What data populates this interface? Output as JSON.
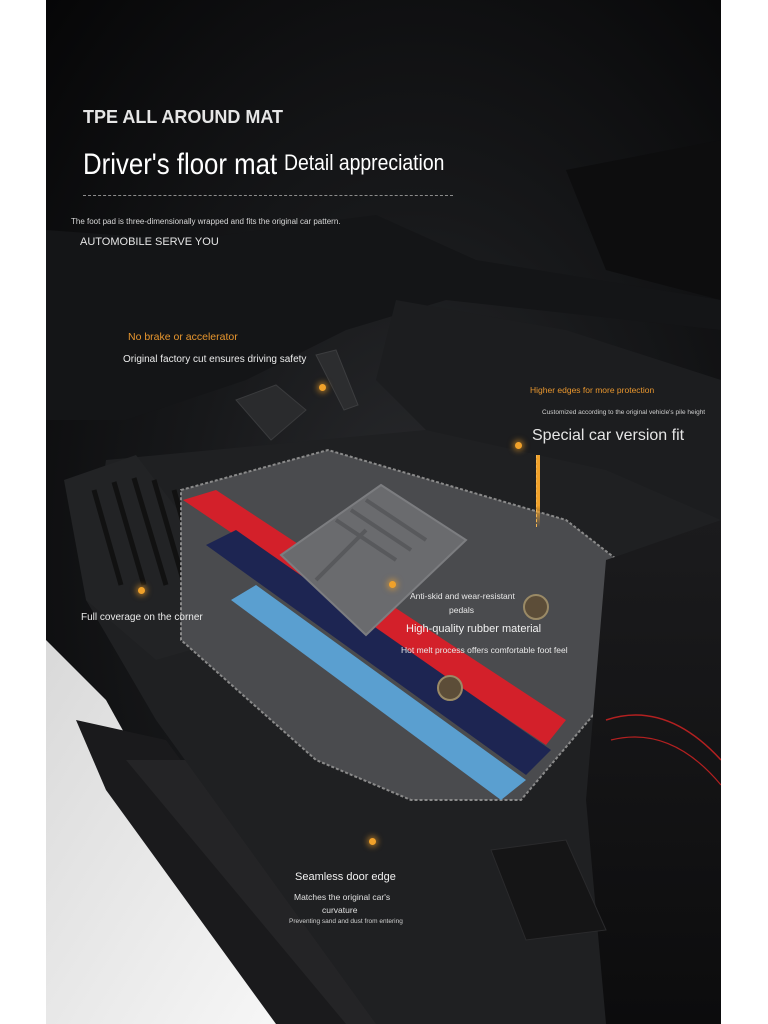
{
  "header": {
    "tag": "TPE ALL AROUND MAT",
    "title": "Driver's floor mat",
    "subtitle": "Detail appreciation",
    "description": "The foot pad is three-dimensionally wrapped and fits the original car pattern.",
    "tagline": "AUTOMOBILE SERVE YOU"
  },
  "callouts": {
    "pedal": {
      "title": "No brake or accelerator",
      "text": "Original factory cut ensures driving safety"
    },
    "edges": {
      "title": "Higher edges for more protection",
      "text": "Customized according to the original vehicle's pile height",
      "headline": "Special car version fit"
    },
    "corner": {
      "title": "Full coverage on the corner"
    },
    "heelpad": {
      "line1": "Anti-skid and wear-resistant",
      "line2": "pedals",
      "line3": "High-quality rubber material",
      "line4": "Hot melt process offers comfortable foot feel"
    },
    "door": {
      "title": "Seamless door edge",
      "line1": "Matches the original car's",
      "line2": "curvature",
      "line3": "Preventing sand and dust from entering"
    }
  },
  "colors": {
    "accent": "#f0a12a",
    "stripe_red": "#d3202a",
    "stripe_navy": "#1d2552",
    "stripe_blue": "#5a9fd0",
    "mat": "#4a4b4e",
    "background": "#111214"
  }
}
